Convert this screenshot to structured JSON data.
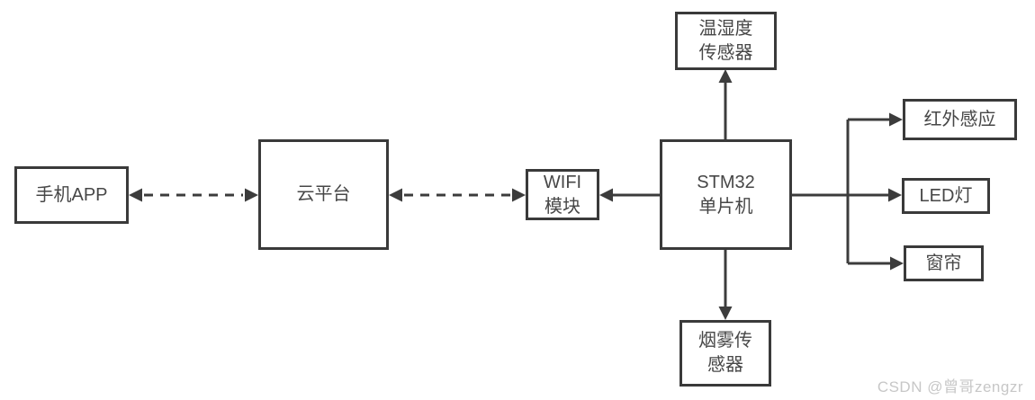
{
  "diagram": {
    "title_hint": "STM32 smart home system block diagram",
    "nodes": {
      "phone_app": {
        "label": "手机APP"
      },
      "cloud_platform": {
        "label": "云平台"
      },
      "wifi_module": {
        "label": "WIFI\n模块"
      },
      "stm32_mcu": {
        "label": "STM32\n单片机"
      },
      "temp_humidity_sensor": {
        "label": "温湿度\n传感器"
      },
      "smoke_sensor": {
        "label": "烟雾传\n感器"
      },
      "infrared_sensor": {
        "label": "红外感应"
      },
      "led_light": {
        "label": "LED灯"
      },
      "curtain": {
        "label": "窗帘"
      }
    },
    "edges": [
      {
        "from": "phone_app",
        "to": "cloud_platform",
        "style": "dashed",
        "direction": "both"
      },
      {
        "from": "cloud_platform",
        "to": "wifi_module",
        "style": "dashed",
        "direction": "both"
      },
      {
        "from": "stm32_mcu",
        "to": "wifi_module",
        "style": "solid",
        "direction": "forward"
      },
      {
        "from": "stm32_mcu",
        "to": "temp_humidity_sensor",
        "style": "solid",
        "direction": "forward"
      },
      {
        "from": "stm32_mcu",
        "to": "smoke_sensor",
        "style": "solid",
        "direction": "forward"
      },
      {
        "from": "stm32_mcu",
        "to": "infrared_sensor",
        "style": "solid",
        "direction": "forward"
      },
      {
        "from": "stm32_mcu",
        "to": "led_light",
        "style": "solid",
        "direction": "forward"
      },
      {
        "from": "stm32_mcu",
        "to": "curtain",
        "style": "solid",
        "direction": "forward"
      }
    ],
    "colors": {
      "line": "#3c3c3c",
      "box_border": "#3a3a3a",
      "text": "#474747",
      "background": "#ffffff",
      "watermark": "#c7c7c7"
    }
  },
  "watermark": {
    "text": "CSDN @曾哥zengzr"
  }
}
